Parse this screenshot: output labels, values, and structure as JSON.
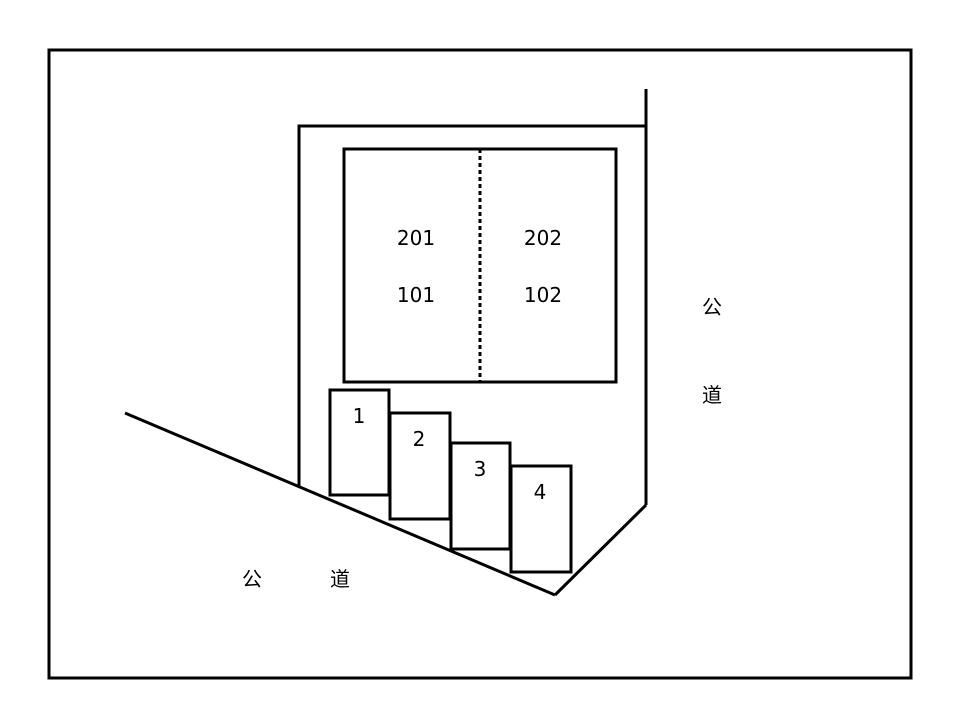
{
  "units": {
    "upper_left": "201",
    "upper_right": "202",
    "lower_left": "101",
    "lower_right": "102"
  },
  "parking": [
    "1",
    "2",
    "3",
    "4"
  ],
  "road_right": {
    "char1": "公",
    "char2": "道"
  },
  "road_bottom": {
    "char1": "公",
    "char2": "道"
  }
}
